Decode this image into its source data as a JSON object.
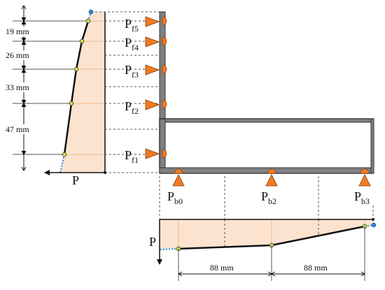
{
  "diagram": {
    "colors": {
      "fill": "#fbe3cf",
      "wall": "#808080",
      "wall_stroke": "#333333",
      "arrow": "#f47a20",
      "node": "#d4e34a",
      "end_node": "#2e8bd6",
      "grid": "#555555",
      "profile": "#111111"
    },
    "left_profile": {
      "axis_label": "P",
      "dims": [
        {
          "label": "19 mm"
        },
        {
          "label": "26 mm"
        },
        {
          "label": "33 mm"
        },
        {
          "label": "47 mm"
        }
      ]
    },
    "wall_pressures": [
      {
        "main": "P",
        "sub": "f5"
      },
      {
        "main": "P",
        "sub": "f4"
      },
      {
        "main": "P",
        "sub": "f3"
      },
      {
        "main": "P",
        "sub": "f2"
      },
      {
        "main": "P",
        "sub": "f1"
      }
    ],
    "base_pressures": [
      {
        "main": "P",
        "sub": "b0"
      },
      {
        "main": "P",
        "sub": "b2"
      },
      {
        "main": "P",
        "sub": "b3"
      }
    ],
    "bottom_profile": {
      "axis_label": "P",
      "dims": [
        {
          "label": "88 mm"
        },
        {
          "label": "88 mm"
        }
      ]
    }
  }
}
